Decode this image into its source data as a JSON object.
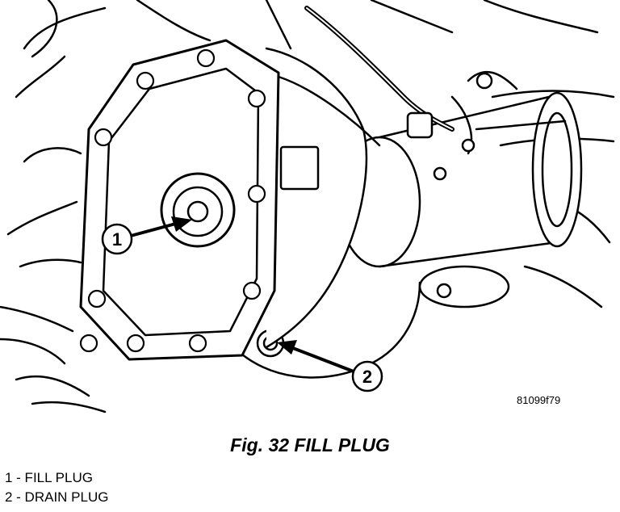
{
  "figure": {
    "code": "81099f79",
    "caption": "Fig. 32 FILL PLUG",
    "callouts": [
      {
        "number": "1",
        "label": "FILL PLUG"
      },
      {
        "number": "2",
        "label": "DRAIN PLUG"
      }
    ],
    "legend": [
      "1 - FILL PLUG",
      "2 - DRAIN PLUG"
    ]
  }
}
